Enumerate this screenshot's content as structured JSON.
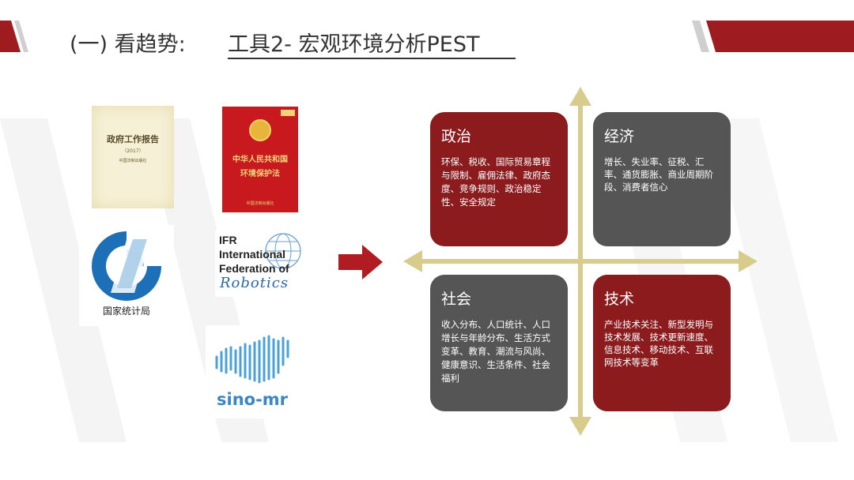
{
  "slide": {
    "title_prefix": "(一) 看趋势:",
    "title_main": "工具2- 宏观环境分析PEST"
  },
  "sources": {
    "gov_report": {
      "title": "政府工作报告",
      "year": "（2017）",
      "publisher": "中国法制出版社"
    },
    "env_law": {
      "line1": "中华人民共和国",
      "line2": "环境保护法",
      "publisher": "中国法制出版社"
    },
    "nbs": {
      "caption": "国家统计局"
    },
    "ifr": {
      "line1": "IFR",
      "line2": "International",
      "line3": "Federation of",
      "line4": "Robotics"
    },
    "sino_mr": {
      "caption": "sino-mr"
    }
  },
  "pest": [
    {
      "key": "political",
      "title": "政治",
      "text": "环保、税收、国际贸易章程与限制、雇佣法律、政府态度、竞争规则、政治稳定性、安全规定"
    },
    {
      "key": "economic",
      "title": "经济",
      "text": "增长、失业率、征税、汇率、通货膨胀、商业周期阶段、消费者信心"
    },
    {
      "key": "social",
      "title": "社会",
      "text": "收入分布、人口统计、人口增长与年龄分布、生活方式变革、教育、潮流与风尚、健康意识、生活条件、社会福利"
    },
    {
      "key": "technological",
      "title": "技术",
      "text": "产业技术关注、新型发明与技术发展、技术更新速度、信息技术、移动技术、互联网技术等变革"
    }
  ],
  "colors": {
    "red": "#8c1b1e",
    "gray": "#555555",
    "axis": "#d8cc8c",
    "accent_red": "#b01c22"
  }
}
